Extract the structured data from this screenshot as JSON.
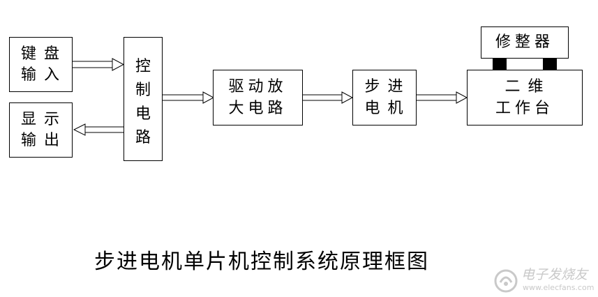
{
  "blocks": {
    "keyboard": {
      "line1": "键 盘",
      "line2": "输 入"
    },
    "display": {
      "line1": "显 示",
      "line2": "输 出"
    },
    "control": {
      "chars": [
        "控",
        "制",
        "电",
        "路"
      ]
    },
    "driver": {
      "line1": "驱动放",
      "line2": "大电路"
    },
    "motor": {
      "line1": "步 进",
      "line2": "电 机"
    },
    "dresser": {
      "label": "修整器"
    },
    "table": {
      "line1": "二 维",
      "line2": "工作台"
    }
  },
  "caption": "步进电机单片机控制系统原理框图",
  "watermark": {
    "text": "电子发烧友",
    "url": "www.elecfans.com"
  }
}
